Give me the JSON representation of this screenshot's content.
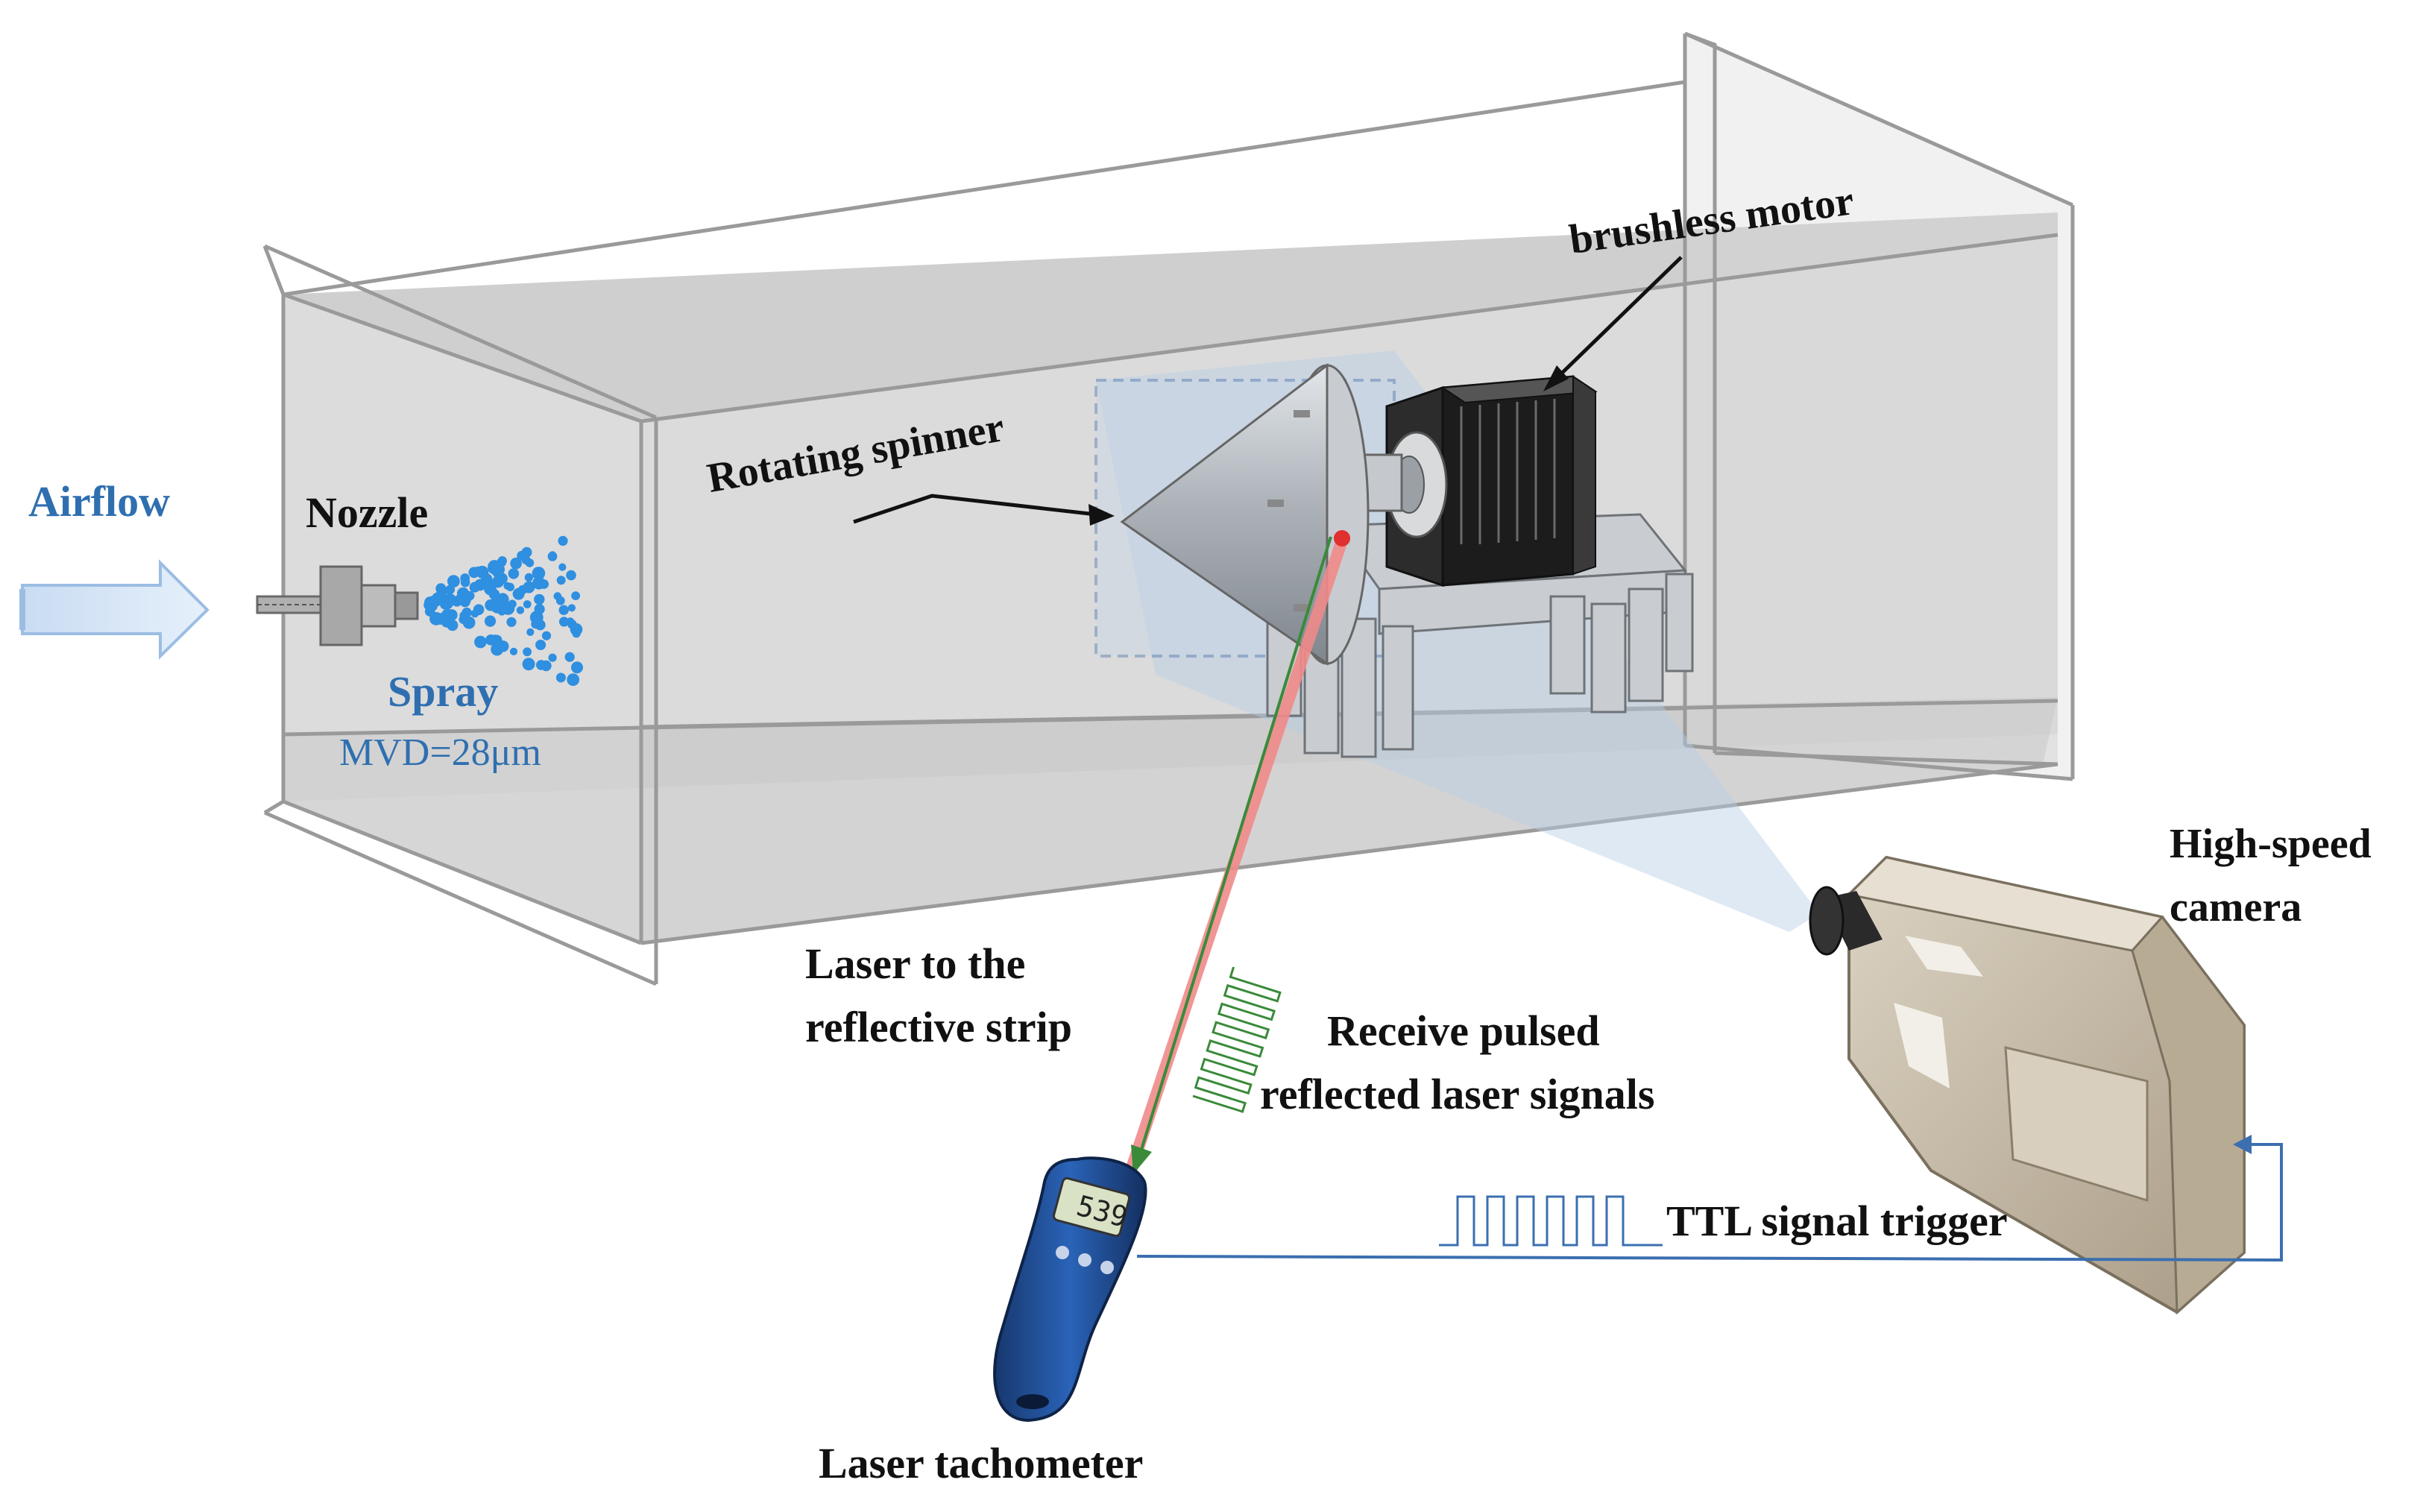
{
  "labels": {
    "airflow": "Airflow",
    "nozzle": "Nozzle",
    "spray": "Spray",
    "mvd": "MVD=28μm",
    "rotating_spinner": "Rotating spinner",
    "brushless_motor": "brushless motor",
    "high_speed_camera_line1": "High-speed",
    "high_speed_camera_line2": "camera",
    "laser_line1": "Laser to the",
    "laser_line2": "reflective strip",
    "receive_line1": "Receive pulsed",
    "receive_line2": "reflected laser signals",
    "ttl": "TTL signal trigger",
    "tachometer": "Laser tachometer",
    "tachometer_display": "539"
  },
  "colors": {
    "label_blue": "#2f6fb0",
    "laser_red": "#f08080",
    "signal_green": "#3a8a3a",
    "ttl_blue": "#3b6fb0",
    "tunnel_glass": "#c8c8c8",
    "motor_black": "#1a1a1a",
    "camera_body": "#c9bda9",
    "tachometer_blue": "#1f4f9a"
  }
}
